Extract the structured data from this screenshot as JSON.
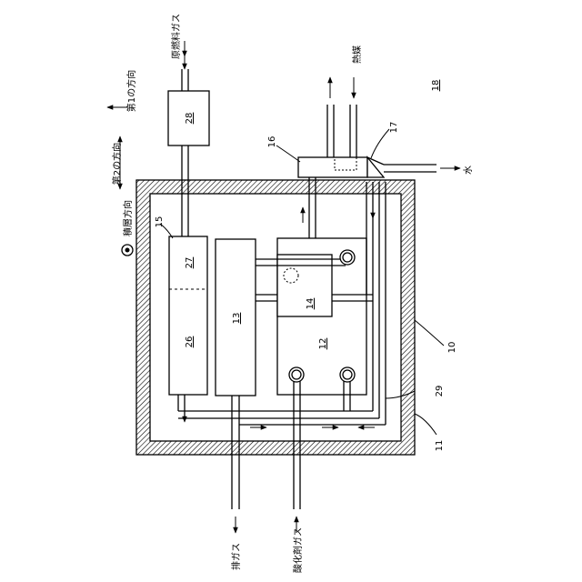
{
  "labels": {
    "raw_fuel_gas": "原燃料ガス",
    "heat_medium": "熱媒",
    "water": "水",
    "exhaust_gas": "排ガス",
    "oxidant_gas": "酸化剤ガス",
    "first_direction": "第1の方向",
    "second_direction": "第2の方向",
    "stacking_direction": "積層方向"
  },
  "refs": {
    "r10": "10",
    "r11": "11",
    "r12": "12",
    "r13": "13",
    "r14": "14",
    "r15": "15",
    "r16": "16",
    "r17": "17",
    "r18": "18",
    "r26": "26",
    "r27": "27",
    "r28": "28",
    "r29": "29"
  }
}
